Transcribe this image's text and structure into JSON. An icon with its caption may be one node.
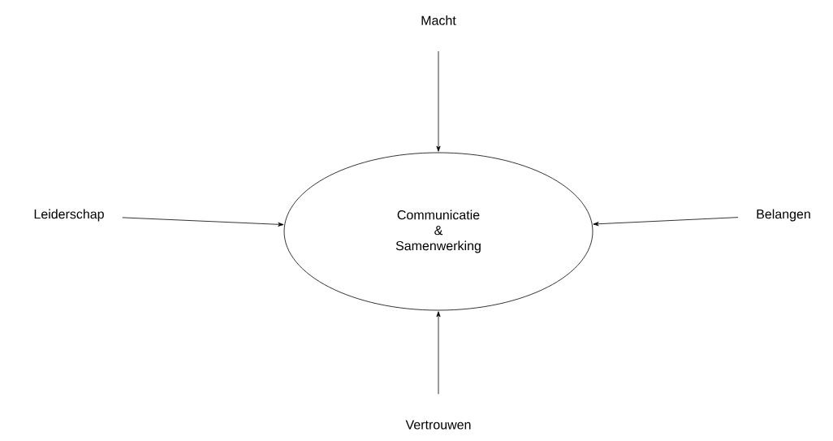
{
  "diagram": {
    "nodes": [
      {
        "text": [
          "Macht"
        ]
      },
      {
        "text": [
          "Leiderschap"
        ]
      },
      {
        "text": [
          "Communicatie & Samenwerking"
        ]
      },
      {
        "text": [
          "Belangen"
        ]
      },
      {
        "text": [
          "Vertrouwen"
        ]
      }
    ],
    "edges": [
      {
        "from": 0,
        "to": 2,
        "arrow": "to"
      },
      {
        "from": 1,
        "to": 2,
        "arrow": "to"
      },
      {
        "from": 3,
        "to": 2,
        "arrow": "to"
      },
      {
        "from": 4,
        "to": 2,
        "arrow": "to"
      }
    ]
  }
}
